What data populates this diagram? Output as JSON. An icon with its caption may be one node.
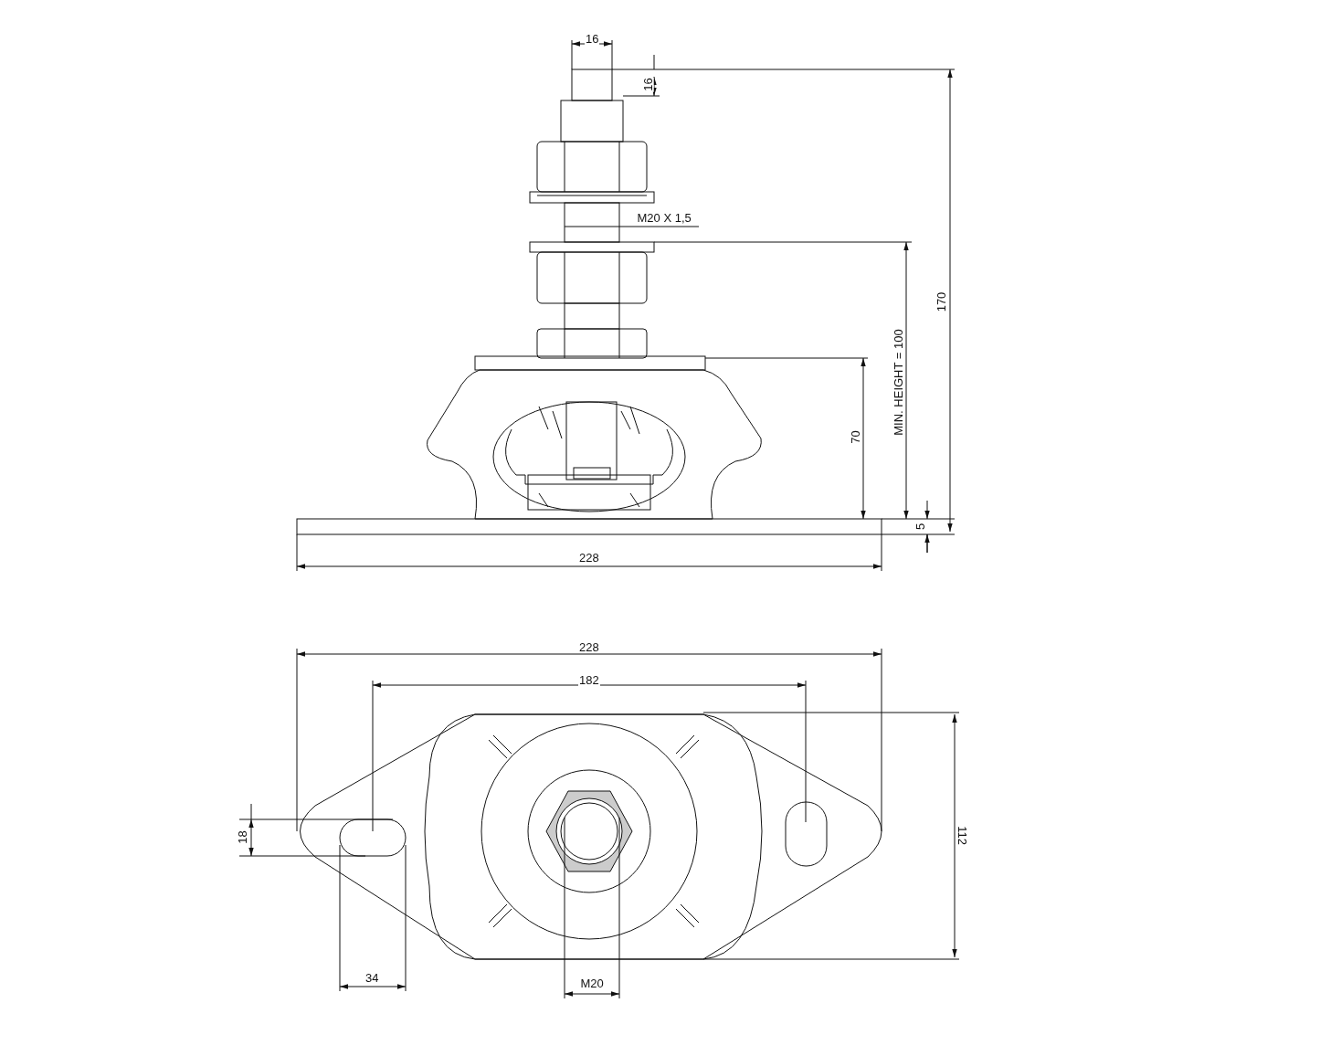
{
  "diagram": {
    "labels": [
      "16",
      "16",
      "M20 X 1,5",
      "170",
      "MIN. HEIGHT = 100",
      "70",
      "5",
      "228",
      "228",
      "182",
      "18",
      "112",
      "34",
      "M20"
    ]
  }
}
